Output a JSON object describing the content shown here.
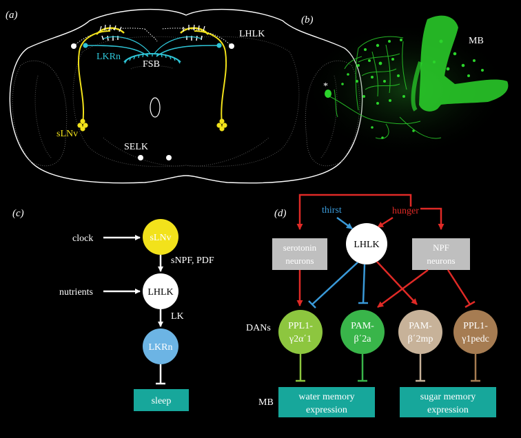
{
  "panels": {
    "a": {
      "label": "(a)",
      "lhlk": "LHLK",
      "lkrn": "LKRn",
      "fsb": "FSB",
      "slnv": "sLNv",
      "selk": "SELK"
    },
    "b": {
      "label": "(b)",
      "mb": "MB",
      "asterisk": "*"
    },
    "c": {
      "label": "(c)",
      "clock": "clock",
      "slnv": "sLNv",
      "snpf": "sNPF, PDF",
      "nutrients": "nutrients",
      "lhlk": "LHLK",
      "lk": "LK",
      "lkrn": "LKRn",
      "sleep": "sleep"
    },
    "d": {
      "label": "(d)",
      "thirst": "thirst",
      "hunger": "hunger",
      "lhlk": "LHLK",
      "serotonin_1": "serotonin",
      "serotonin_2": "neurons",
      "npf_1": "NPF",
      "npf_2": "neurons",
      "dans": "DANs",
      "ppl1a_1": "PPL1-",
      "ppl1a_2": "γ2α΄1",
      "pam_b2a_1": "PAM-",
      "pam_b2a_2": "β΄2a",
      "pam_b2mp_1": "PAM-",
      "pam_b2mp_2": "β΄2mp",
      "ppl1b_1": "PPL1-",
      "ppl1b_2": "γ1pedc",
      "mb": "MB",
      "water_1": "water memory",
      "water_2": "expression",
      "sugar_1": "sugar memory",
      "sugar_2": "expression"
    }
  },
  "colors": {
    "yellow": "#f2e21b",
    "cyan": "#2fc6d8",
    "green_fluor": "#2bd42b",
    "red": "#e02a26",
    "blue": "#3a9ad9",
    "teal": "#17a79b",
    "gray": "#bfbfbf",
    "ppl1a": "#8dc63f",
    "pam_b2a": "#39b54a",
    "pam_b2mp": "#c7b299",
    "ppl1b": "#a67c52",
    "lkrn_blue": "#6cb4e4"
  }
}
